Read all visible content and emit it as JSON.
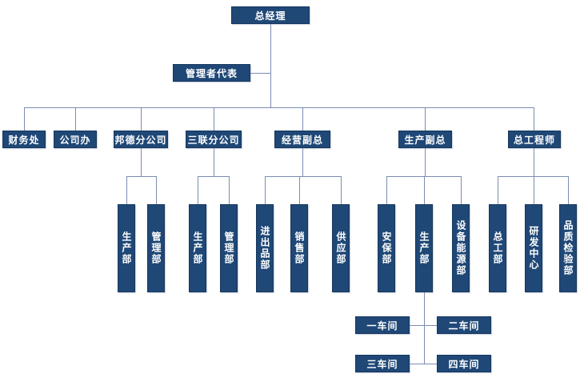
{
  "colors": {
    "box_fill": "#1f4877",
    "box_border": "#16365d",
    "box_text": "#ffffff",
    "line": "#7b8db2",
    "background": "#ffffff"
  },
  "org": {
    "root": {
      "label": "总经理"
    },
    "management_rep": {
      "label": "管理者代表"
    },
    "departments": [
      {
        "label": "财务处"
      },
      {
        "label": "公司办"
      },
      {
        "label": "邦德分公司"
      },
      {
        "label": "三联分公司"
      },
      {
        "label": "经营副总"
      },
      {
        "label": "生产副总"
      },
      {
        "label": "总工程师"
      }
    ],
    "sub_departments": {
      "bangde_branch": [
        {
          "label": "生产部"
        },
        {
          "label": "管理部"
        }
      ],
      "sanlian_branch": [
        {
          "label": "生产部"
        },
        {
          "label": "管理部"
        }
      ],
      "operations_vp": [
        {
          "label": "进出品部"
        },
        {
          "label": "销售部"
        },
        {
          "label": "供应部"
        }
      ],
      "production_vp": [
        {
          "label": "安保部"
        },
        {
          "label": "生产部"
        },
        {
          "label": "设备能源部"
        }
      ],
      "chief_engineer": [
        {
          "label": "总工部"
        },
        {
          "label": "研发中心"
        },
        {
          "label": "品质检验部"
        }
      ]
    },
    "workshops": [
      {
        "label": "一车间"
      },
      {
        "label": "二车间"
      },
      {
        "label": "三车间"
      },
      {
        "label": "四车间"
      }
    ]
  }
}
